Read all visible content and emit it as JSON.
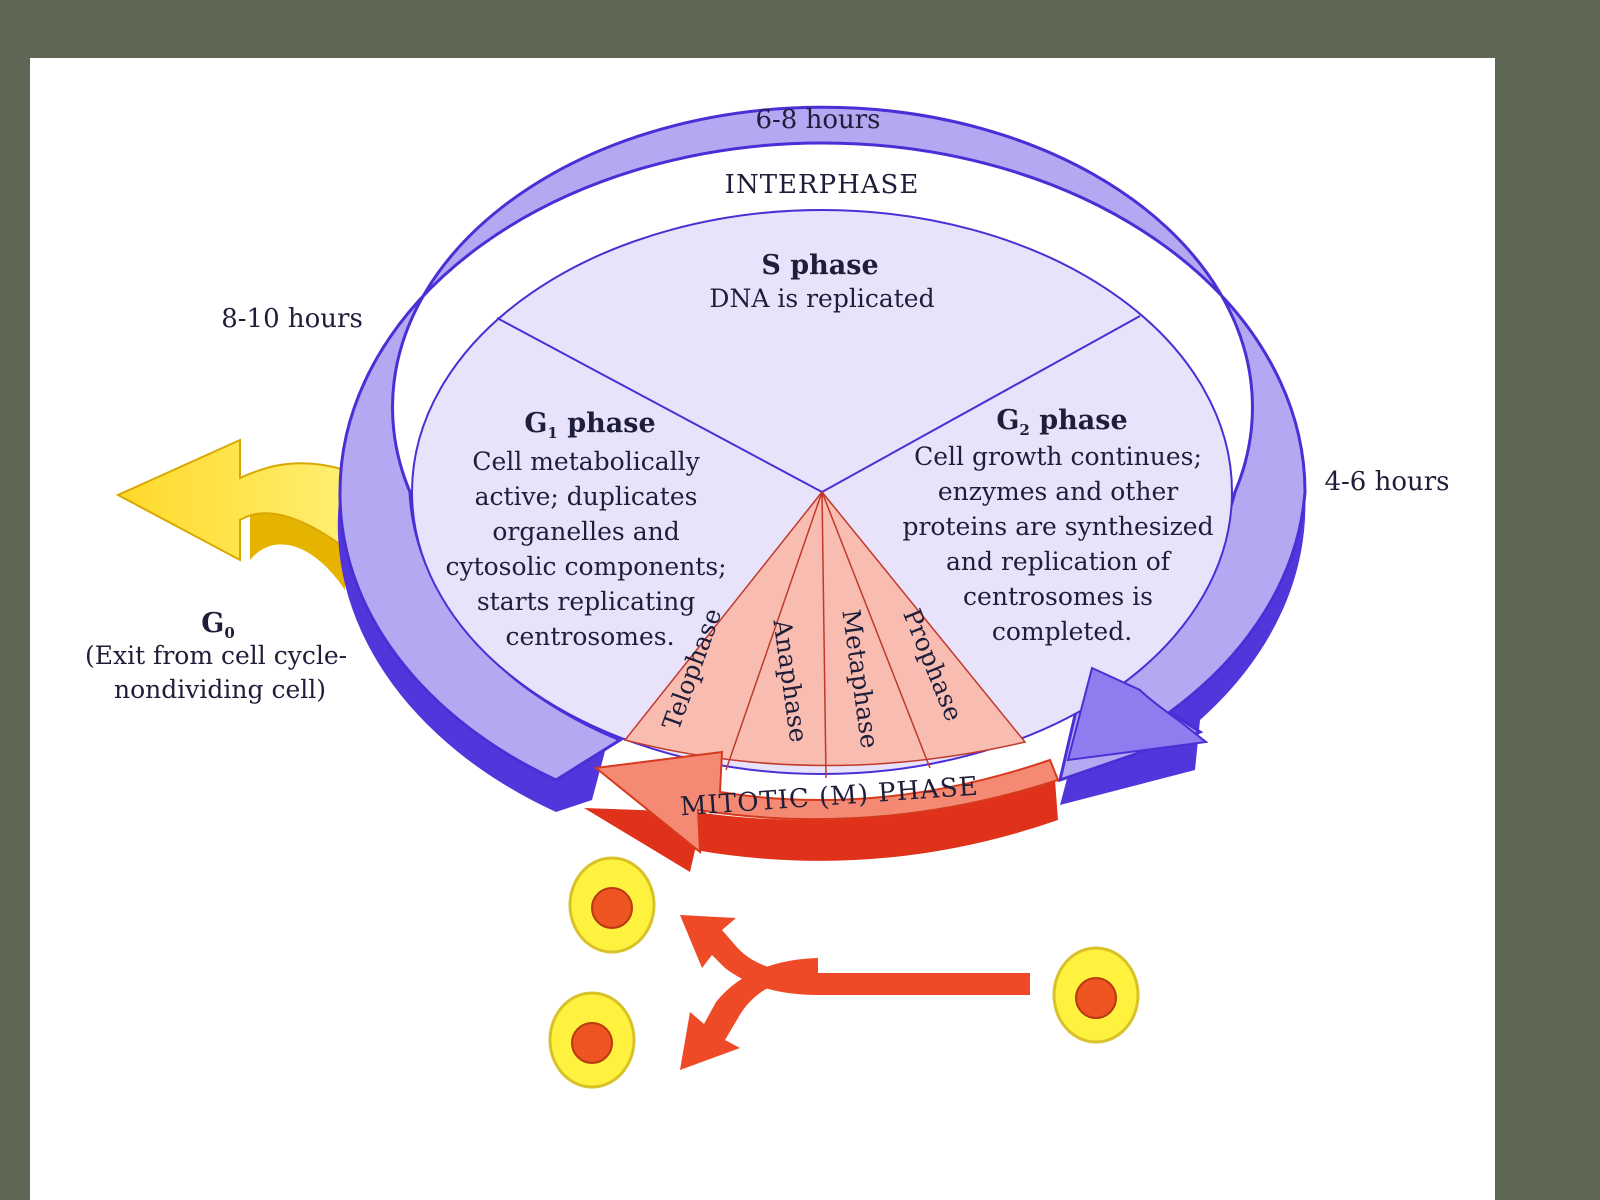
{
  "durations": {
    "s": "6-8 hours",
    "g1": "8-10 hours",
    "g2": "4-6 hours"
  },
  "ring": {
    "interphase": "INTERPHASE",
    "mitotic": "MITOTIC (M) PHASE"
  },
  "s_phase": {
    "title": "S phase",
    "desc": "DNA is replicated"
  },
  "g1_phase": {
    "title_main": "G",
    "title_sub": "1",
    "title_rest": " phase",
    "lines": [
      "Cell metabolically",
      "active; duplicates",
      "organelles and",
      "cytosolic components;",
      "starts replicating",
      "centrosomes."
    ]
  },
  "g2_phase": {
    "title_main": "G",
    "title_sub": "2",
    "title_rest": " phase",
    "lines": [
      "Cell growth continues;",
      "enzymes and other",
      "proteins are synthesized",
      "and replication of",
      "centrosomes is",
      "completed."
    ]
  },
  "mitosis_stages": [
    "Telophase",
    "Anaphase",
    "Metaphase",
    "Prophase"
  ],
  "g0": {
    "title_main": "G",
    "title_sub": "0",
    "lines": [
      "(Exit from cell cycle-",
      "nondividing cell)"
    ]
  },
  "colors": {
    "background": "#5d6753",
    "panel": "#ffffff",
    "ring_top": "#b3a6f1",
    "ring_side": "#5335dd",
    "inner": "#e7e1fb",
    "mitosis_wedge": "#f7b8a8",
    "mitotic_arrow": "#ef4a27",
    "g0_arrow": "#ffd400",
    "cell": "#fff04a",
    "nucleus": "#ee4e1c"
  }
}
